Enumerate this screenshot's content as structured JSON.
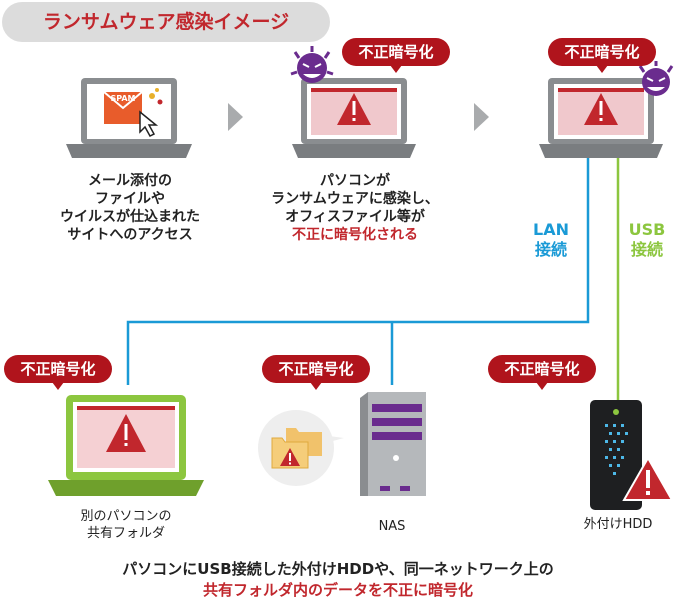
{
  "title": "ランサムウェア感染イメージ",
  "badge_text": "不正暗号化",
  "spam_label": "SPAM",
  "step1_caption": "メール添付の\nファイルや\nウイルスが仕込まれた\nサイトへのアクセス",
  "step2_caption_black": "パソコンが\nランサムウェアに感染し、\nオフィスファイル等が",
  "step2_caption_red": "不正に暗号化される",
  "lan_label": "LAN\n接続",
  "usb_label": "USB\n接続",
  "shared_folder_caption": "別のパソコンの\n共有フォルダ",
  "nas_caption": "NAS",
  "hdd_caption": "外付けHDD",
  "bottom_line1": "パソコンにUSB接続した外付けHDDや、同一ネットワーク上の",
  "bottom_line2": "共有フォルダ内のデータを不正に暗号化",
  "colors": {
    "accent_red": "#c1272d",
    "badge_red": "#b0141c",
    "lan_blue": "#1a9ad6",
    "usb_green": "#8cc63f",
    "laptop_gray": "#7a7d80",
    "virus_purple": "#6a2c8e"
  }
}
